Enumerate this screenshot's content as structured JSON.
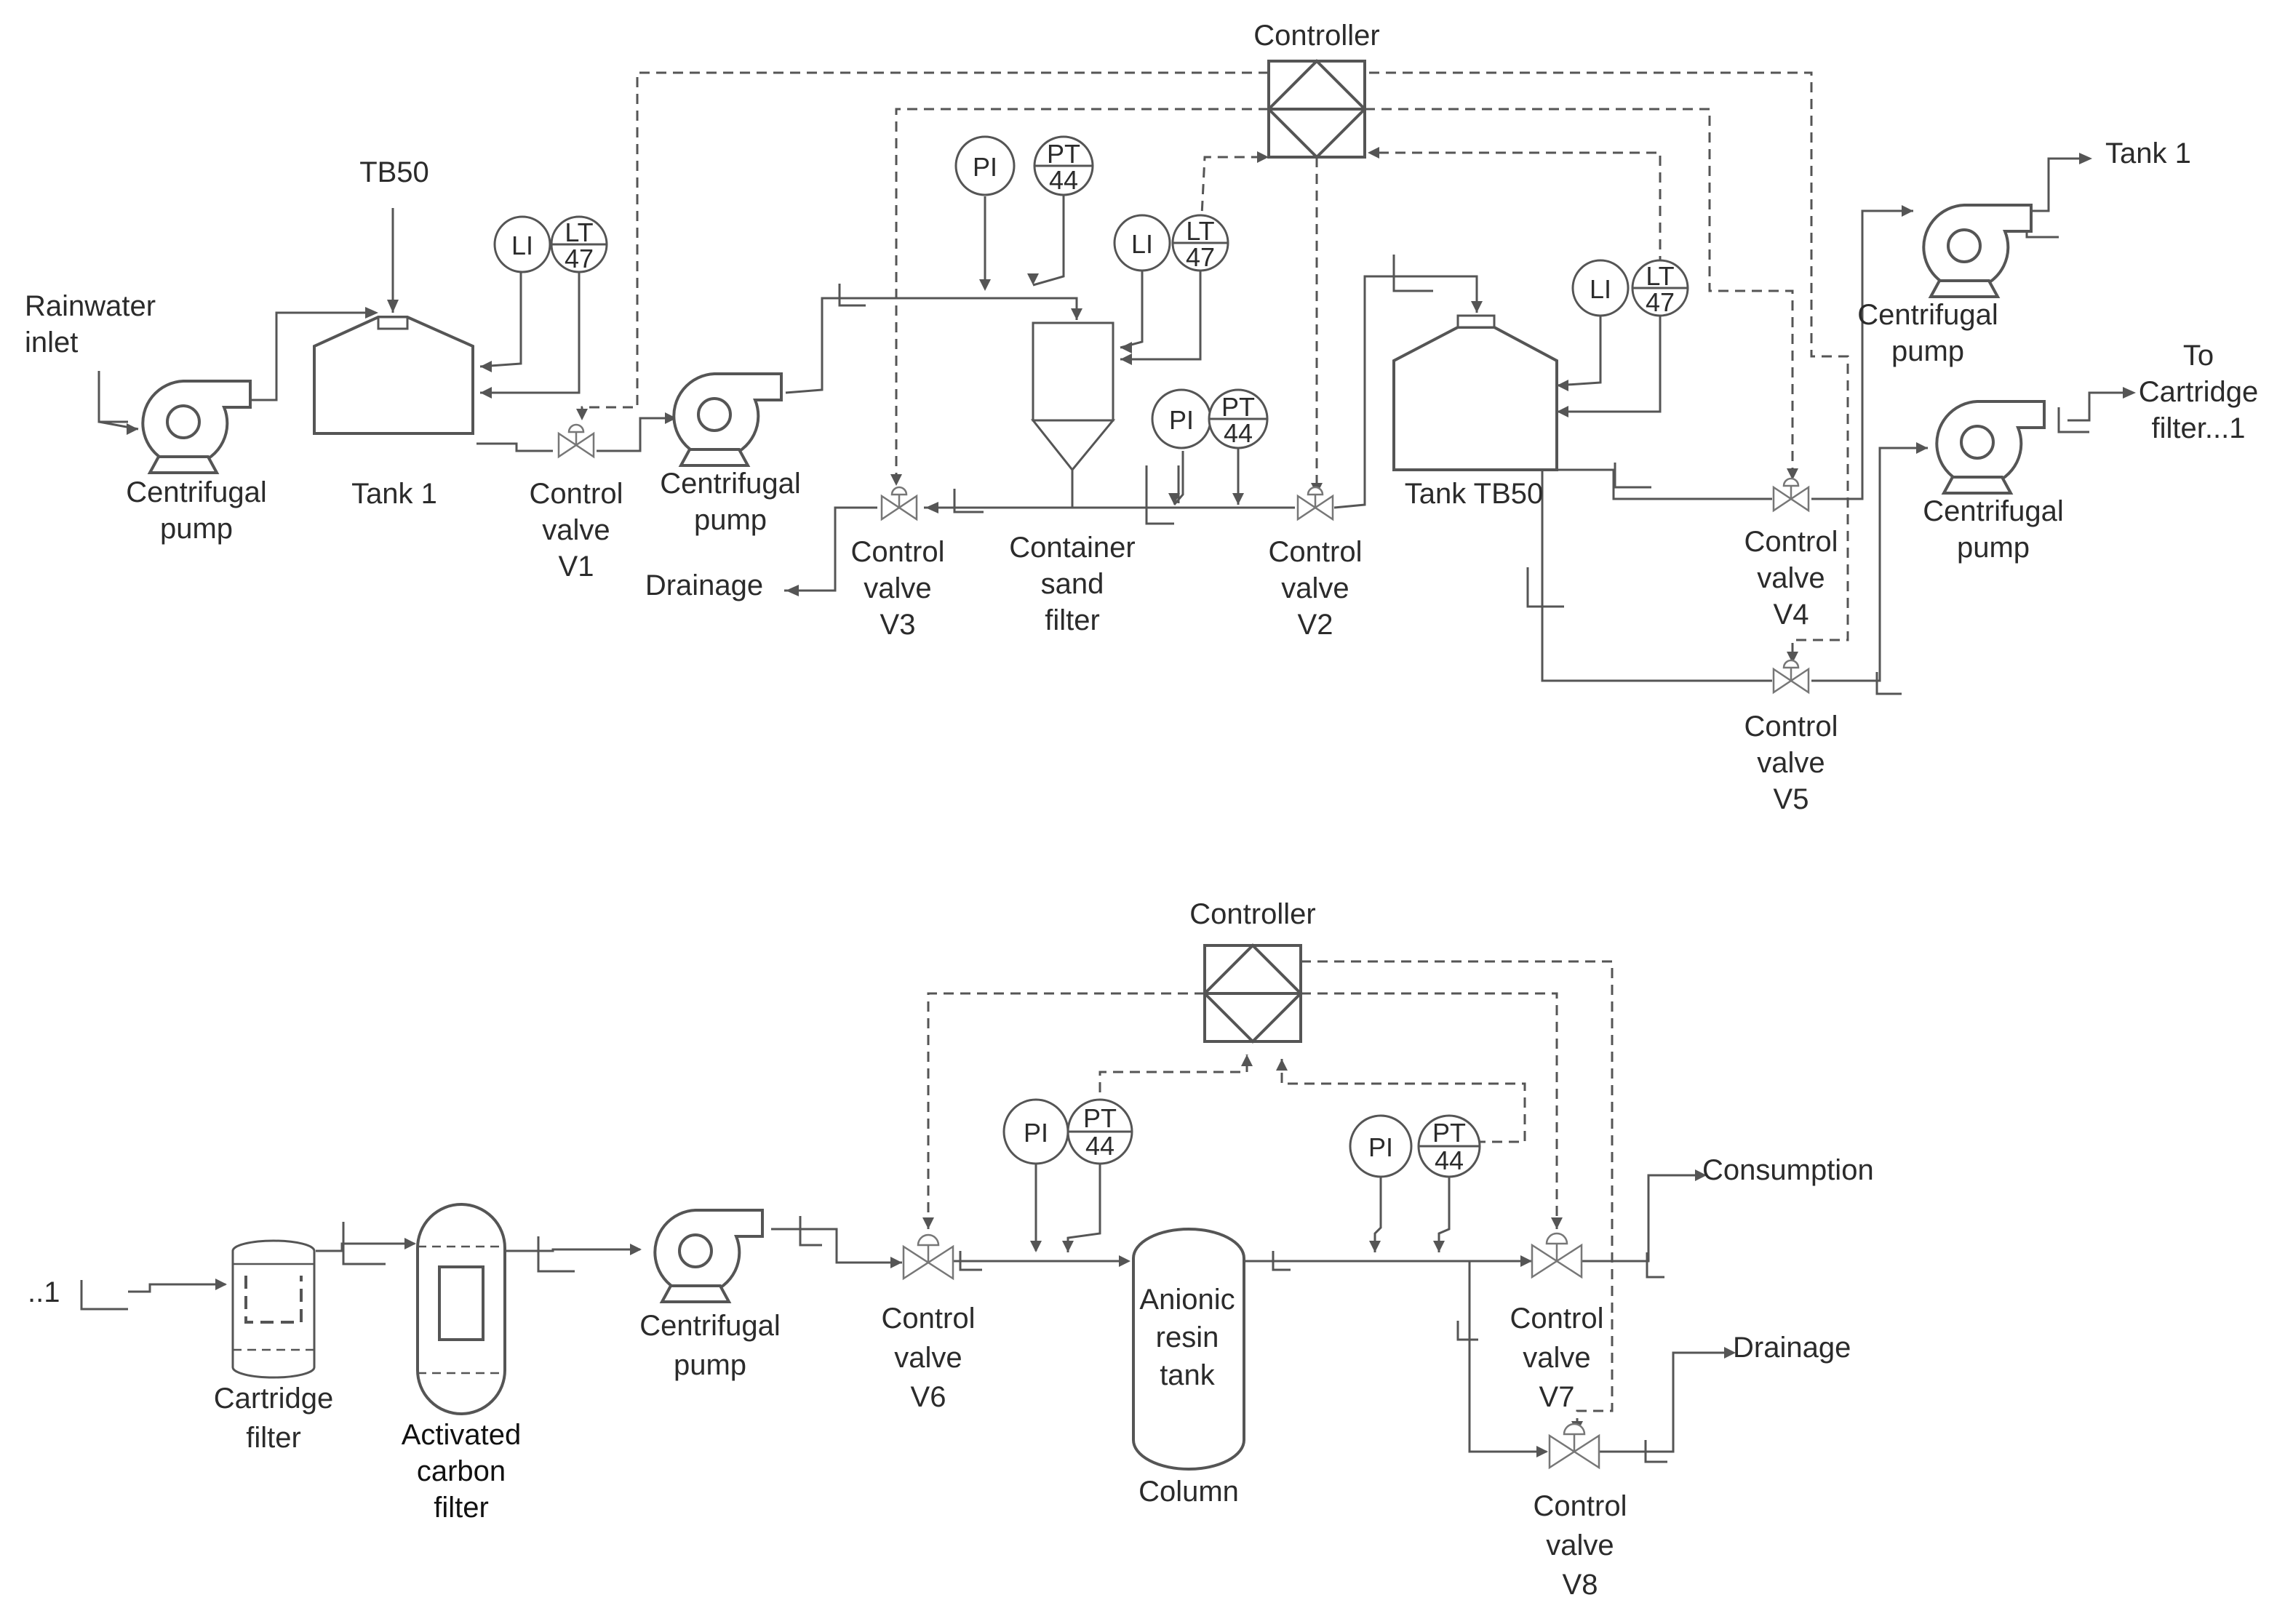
{
  "labels": {
    "controller_top": "Controller",
    "tb50_feed": "TB50",
    "rainwater_inlet_l1": "Rainwater",
    "rainwater_inlet_l2": "inlet",
    "pump_label_l1": "Centrifugal",
    "pump_label_l2": "pump",
    "tank1": "Tank 1",
    "valve_l1": "Control",
    "valve_l2": "valve",
    "v1": "V1",
    "v2": "V2",
    "v3": "V3",
    "v4": "V4",
    "v5": "V5",
    "v6": "V6",
    "v7": "V7",
    "v8": "V8",
    "drainage_top": "Drainage",
    "sand_filter_l1": "Container",
    "sand_filter_l2": "sand",
    "sand_filter_l3": "filter",
    "tank_tb50": "Tank TB50",
    "tank1_outlet": "Tank 1",
    "to_cartridge_l1": "To",
    "to_cartridge_l2": "Cartridge",
    "to_cartridge_l3": "filter...1",
    "controller_bottom": "Controller",
    "continuation_in": "..1",
    "cartridge_l1": "Cartridge",
    "cartridge_l2": "filter",
    "carbon_l1": "Activated",
    "carbon_l2": "carbon",
    "carbon_l3": "filter",
    "resin_l1": "Anionic",
    "resin_l2": "resin",
    "resin_l3": "tank",
    "column": "Column",
    "consumption": "Consumption",
    "drainage_bottom": "Drainage"
  },
  "instruments": {
    "pi": "PI",
    "pt": "PT",
    "pt_tag": "44",
    "li": "LI",
    "lt": "LT",
    "lt_tag": "47"
  }
}
